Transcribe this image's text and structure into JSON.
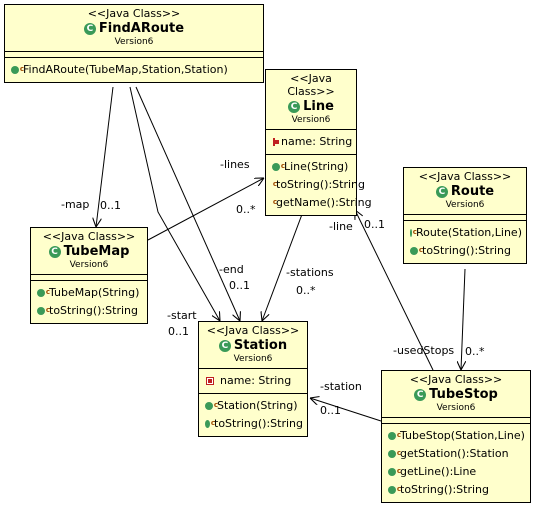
{
  "stereotype": "<<Java Class>>",
  "classes": {
    "findaroute": {
      "name": "FindARoute",
      "version": "Version6",
      "methods": [
        "FindARoute(TubeMap,Station,Station)"
      ]
    },
    "line": {
      "name": "Line",
      "version": "Version6",
      "fields": [
        "name: String"
      ],
      "methods": [
        "Line(String)",
        "toString():String",
        "getName():String"
      ]
    },
    "route": {
      "name": "Route",
      "version": "Version6",
      "methods": [
        "Route(Station,Line)",
        "toString():String"
      ]
    },
    "tubemap": {
      "name": "TubeMap",
      "version": "Version6",
      "methods": [
        "TubeMap(String)",
        "toString():String"
      ]
    },
    "station": {
      "name": "Station",
      "version": "Version6",
      "fields": [
        "name: String"
      ],
      "methods": [
        "Station(String)",
        "toString():String"
      ]
    },
    "tubestop": {
      "name": "TubeStop",
      "version": "Version6",
      "methods": [
        "TubeStop(Station,Line)",
        "getStation():Station",
        "getLine():Line",
        "toString():String"
      ]
    }
  },
  "associations": {
    "lines": {
      "role": "-lines",
      "mult": "0..*"
    },
    "map": {
      "role": "-map",
      "mult": "0..1"
    },
    "end": {
      "role": "-end",
      "mult": "0..1"
    },
    "start": {
      "role": "-start",
      "mult": "0..1"
    },
    "stations": {
      "role": "-stations",
      "mult": "0..*"
    },
    "line": {
      "role": "-line",
      "mult": "0..1"
    },
    "usedStops": {
      "role": "-usedStops",
      "mult": "0..*"
    },
    "station": {
      "role": "-station",
      "mult": "0..1"
    }
  }
}
